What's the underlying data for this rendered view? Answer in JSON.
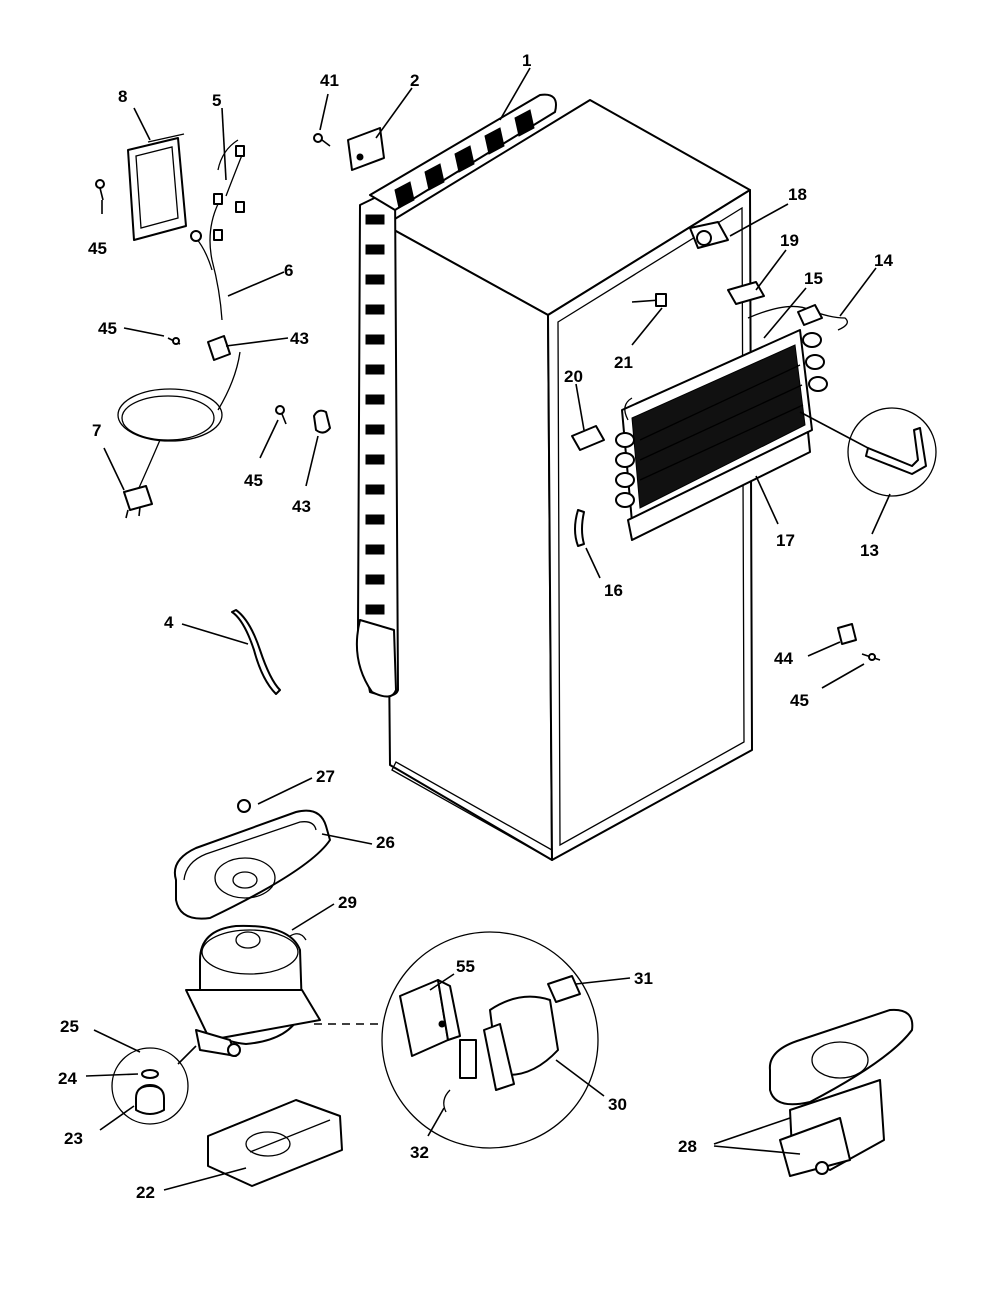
{
  "callouts": [
    {
      "id": "1",
      "text": "1"
    },
    {
      "id": "2",
      "text": "2"
    },
    {
      "id": "4",
      "text": "4"
    },
    {
      "id": "5",
      "text": "5"
    },
    {
      "id": "6",
      "text": "6"
    },
    {
      "id": "7",
      "text": "7"
    },
    {
      "id": "8",
      "text": "8"
    },
    {
      "id": "13",
      "text": "13"
    },
    {
      "id": "14",
      "text": "14"
    },
    {
      "id": "15",
      "text": "15"
    },
    {
      "id": "16",
      "text": "16"
    },
    {
      "id": "17",
      "text": "17"
    },
    {
      "id": "18",
      "text": "18"
    },
    {
      "id": "19",
      "text": "19"
    },
    {
      "id": "20",
      "text": "20"
    },
    {
      "id": "21",
      "text": "21"
    },
    {
      "id": "22",
      "text": "22"
    },
    {
      "id": "23",
      "text": "23"
    },
    {
      "id": "24",
      "text": "24"
    },
    {
      "id": "25",
      "text": "25"
    },
    {
      "id": "26",
      "text": "26"
    },
    {
      "id": "27",
      "text": "27"
    },
    {
      "id": "28",
      "text": "28"
    },
    {
      "id": "29",
      "text": "29"
    },
    {
      "id": "30",
      "text": "30"
    },
    {
      "id": "31",
      "text": "31"
    },
    {
      "id": "32",
      "text": "32"
    },
    {
      "id": "41",
      "text": "41"
    },
    {
      "id": "43a",
      "text": "43"
    },
    {
      "id": "43b",
      "text": "43"
    },
    {
      "id": "44",
      "text": "44"
    },
    {
      "id": "45a",
      "text": "45"
    },
    {
      "id": "45b",
      "text": "45"
    },
    {
      "id": "45c",
      "text": "45"
    },
    {
      "id": "45d",
      "text": "45"
    },
    {
      "id": "55",
      "text": "55"
    }
  ]
}
